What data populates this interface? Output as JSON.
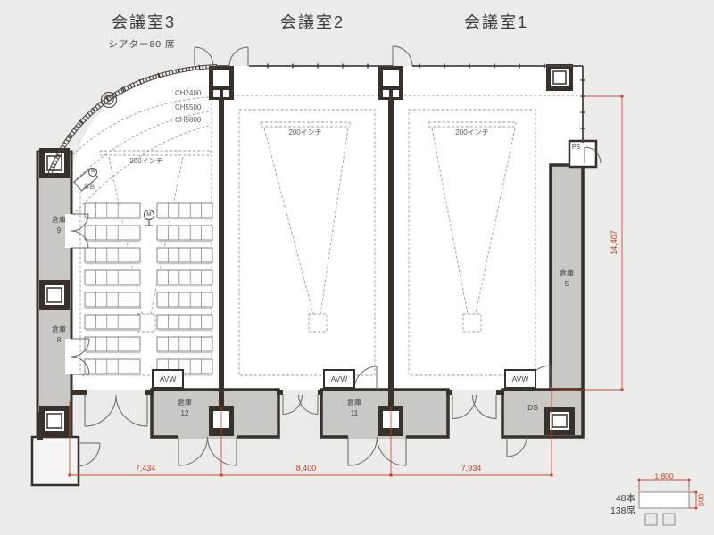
{
  "plan": {
    "rooms": [
      {
        "title": "会議室3",
        "subtitle": "シアター80 席"
      },
      {
        "title": "会議室2"
      },
      {
        "title": "会議室1"
      }
    ],
    "ceiling_heights": [
      "CH2400",
      "CH5500",
      "CH5800"
    ],
    "screen_label": "200インチ",
    "podium_label": "演台",
    "mic_label": "M",
    "storages": {
      "s9": {
        "name": "倉庫",
        "num": "9"
      },
      "s8": {
        "name": "倉庫",
        "num": "8"
      },
      "s5": {
        "name": "倉庫",
        "num": "5"
      },
      "s12": {
        "name": "倉庫",
        "num": "12"
      },
      "s11": {
        "name": "倉庫",
        "num": "11"
      }
    },
    "service_rooms": {
      "ps": "PS",
      "ds": "DS",
      "avw": "AVW"
    },
    "dimensions": {
      "bottom": [
        "7,434",
        "8,400",
        "7,934"
      ],
      "right": "14,407",
      "table_width": "1,800",
      "table_depth": "600"
    },
    "legend": {
      "tables": "48本",
      "seats": "138席"
    },
    "seating": {
      "rows": 8,
      "columns": 2,
      "seats_per_bench": 5
    }
  },
  "colors": {
    "wall": "#38302a",
    "storage_fill": "#c9c8c5",
    "dimension_red": "#c23a22"
  }
}
